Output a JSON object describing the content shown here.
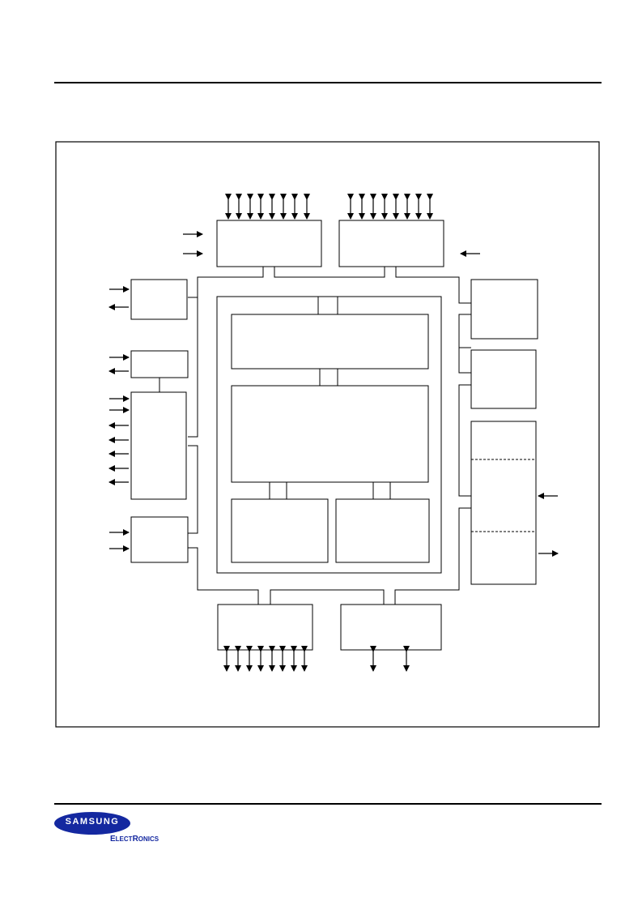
{
  "brand": {
    "name": "SAMSUNG",
    "subtitle_parts": [
      "E",
      "LECT",
      "R",
      "ONICS"
    ],
    "logo_color": "#1428a0"
  },
  "colors": {
    "line": "#000000",
    "background": "#ffffff"
  }
}
